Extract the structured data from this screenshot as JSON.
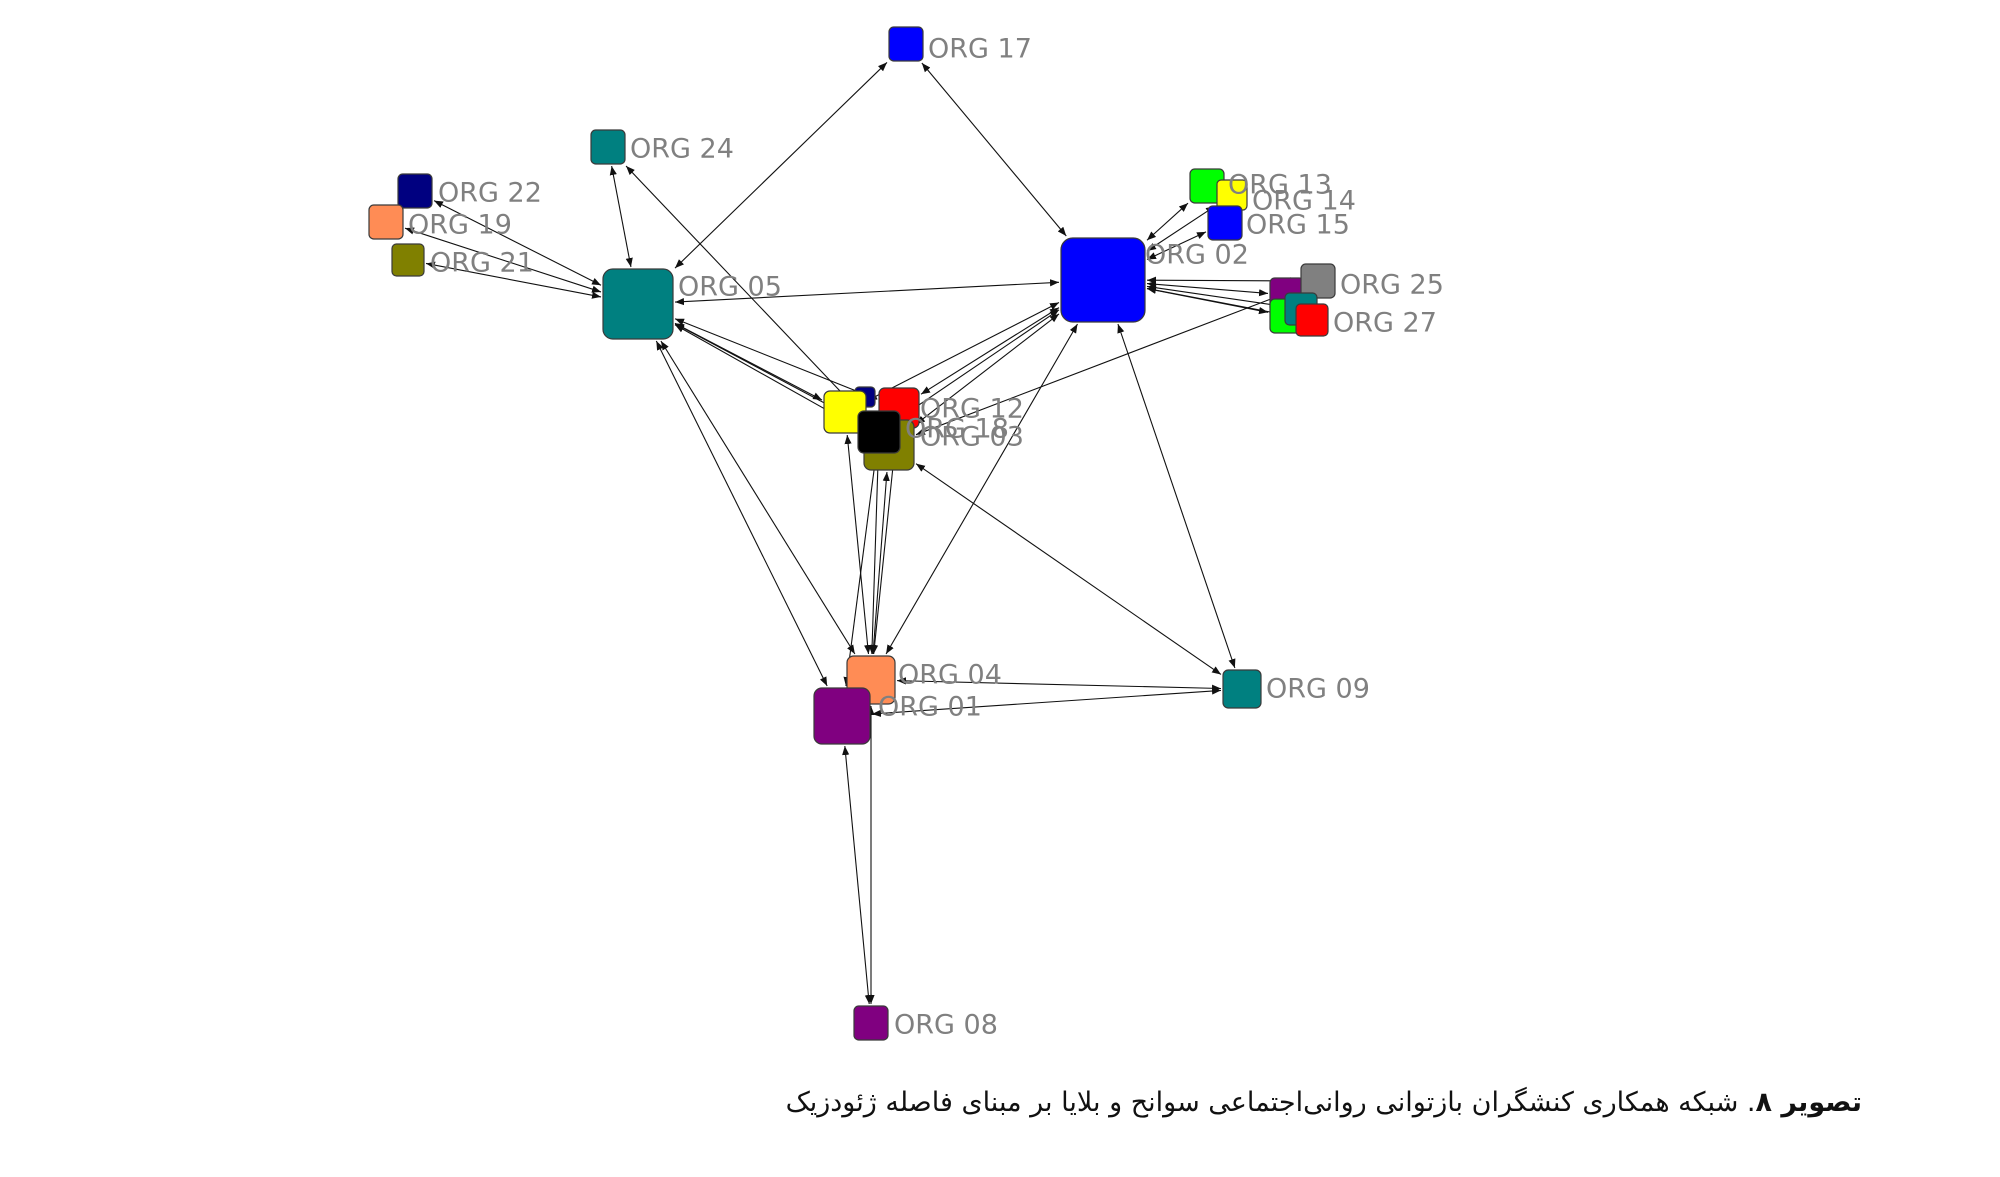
{
  "caption": {
    "prefix": "تصویر ۸",
    "text": ". شبکه همکاری کنشگران بازتوانی روانی‌اجتماعی سوانح و بلایا بر مبنای فاصله ژئودزیک"
  },
  "graph": {
    "nodes": [
      {
        "id": "ORG 17",
        "label": "ORG 17",
        "color": "#0000ff"
      },
      {
        "id": "ORG 24",
        "label": "ORG 24",
        "color": "#008080"
      },
      {
        "id": "ORG 22",
        "label": "ORG 22",
        "color": "#000080"
      },
      {
        "id": "ORG 19",
        "label": "ORG 19",
        "color": "#ff8c55"
      },
      {
        "id": "ORG 21",
        "label": "ORG 21",
        "color": "#808000"
      },
      {
        "id": "ORG 05",
        "label": "ORG 05",
        "color": "#008080"
      },
      {
        "id": "ORG 13",
        "label": "ORG 13",
        "color": "#00ff00"
      },
      {
        "id": "ORG 14",
        "label": "ORG 14",
        "color": "#ffff00"
      },
      {
        "id": "ORG 15",
        "label": "ORG 15",
        "color": "#0000ff"
      },
      {
        "id": "ORG 02",
        "label": "ORG 02",
        "color": "#0000ff"
      },
      {
        "id": "ORG 26",
        "label": "",
        "color": "#800080"
      },
      {
        "id": "ORG 25",
        "label": "ORG 25",
        "color": "#808080"
      },
      {
        "id": "ORG 28",
        "label": "",
        "color": "#00ff00"
      },
      {
        "id": "ORG 23",
        "label": "",
        "color": "#008080"
      },
      {
        "id": "ORG 27",
        "label": "ORG 27",
        "color": "#ff0000"
      },
      {
        "id": "ORG 11",
        "label": "",
        "color": "#000080"
      },
      {
        "id": "ORG 12",
        "label": "ORG 12",
        "color": "#ff0000"
      },
      {
        "id": "ORG 10",
        "label": "",
        "color": "#ffff00"
      },
      {
        "id": "ORG 03",
        "label": "ORG 03",
        "color": "#808000"
      },
      {
        "id": "ORG 18",
        "label": "ORG 18",
        "color": "#000000"
      },
      {
        "id": "ORG 04",
        "label": "ORG 04",
        "color": "#ff8c55"
      },
      {
        "id": "ORG 01",
        "label": "ORG 01",
        "color": "#800080"
      },
      {
        "id": "ORG 09",
        "label": "ORG 09",
        "color": "#008080"
      },
      {
        "id": "ORG 08",
        "label": "ORG 08",
        "color": "#800080"
      }
    ],
    "edges": [
      [
        "ORG 05",
        "ORG 17"
      ],
      [
        "ORG 02",
        "ORG 17"
      ],
      [
        "ORG 05",
        "ORG 24"
      ],
      [
        "ORG 24",
        "ORG 18"
      ],
      [
        "ORG 05",
        "ORG 22"
      ],
      [
        "ORG 05",
        "ORG 19"
      ],
      [
        "ORG 05",
        "ORG 21"
      ],
      [
        "ORG 02",
        "ORG 05"
      ],
      [
        "ORG 05",
        "ORG 10"
      ],
      [
        "ORG 05",
        "ORG 03"
      ],
      [
        "ORG 05",
        "ORG 18"
      ],
      [
        "ORG 05",
        "ORG 12"
      ],
      [
        "ORG 05",
        "ORG 01"
      ],
      [
        "ORG 05",
        "ORG 04"
      ],
      [
        "ORG 02",
        "ORG 13"
      ],
      [
        "ORG 02",
        "ORG 15"
      ],
      [
        "ORG 02",
        "ORG 14"
      ],
      [
        "ORG 02",
        "ORG 26"
      ],
      [
        "ORG 02",
        "ORG 25"
      ],
      [
        "ORG 02",
        "ORG 28"
      ],
      [
        "ORG 02",
        "ORG 23"
      ],
      [
        "ORG 02",
        "ORG 27"
      ],
      [
        "ORG 02",
        "ORG 10"
      ],
      [
        "ORG 02",
        "ORG 18"
      ],
      [
        "ORG 02",
        "ORG 12"
      ],
      [
        "ORG 02",
        "ORG 03"
      ],
      [
        "ORG 02",
        "ORG 04"
      ],
      [
        "ORG 02",
        "ORG 09"
      ],
      [
        "ORG 25",
        "ORG 03"
      ],
      [
        "ORG 10",
        "ORG 04"
      ],
      [
        "ORG 18",
        "ORG 04"
      ],
      [
        "ORG 03",
        "ORG 04"
      ],
      [
        "ORG 12",
        "ORG 04"
      ],
      [
        "ORG 18",
        "ORG 01"
      ],
      [
        "ORG 03",
        "ORG 09"
      ],
      [
        "ORG 04",
        "ORG 09"
      ],
      [
        "ORG 01",
        "ORG 09"
      ],
      [
        "ORG 01",
        "ORG 08"
      ],
      [
        "ORG 04",
        "ORG 08"
      ]
    ]
  }
}
